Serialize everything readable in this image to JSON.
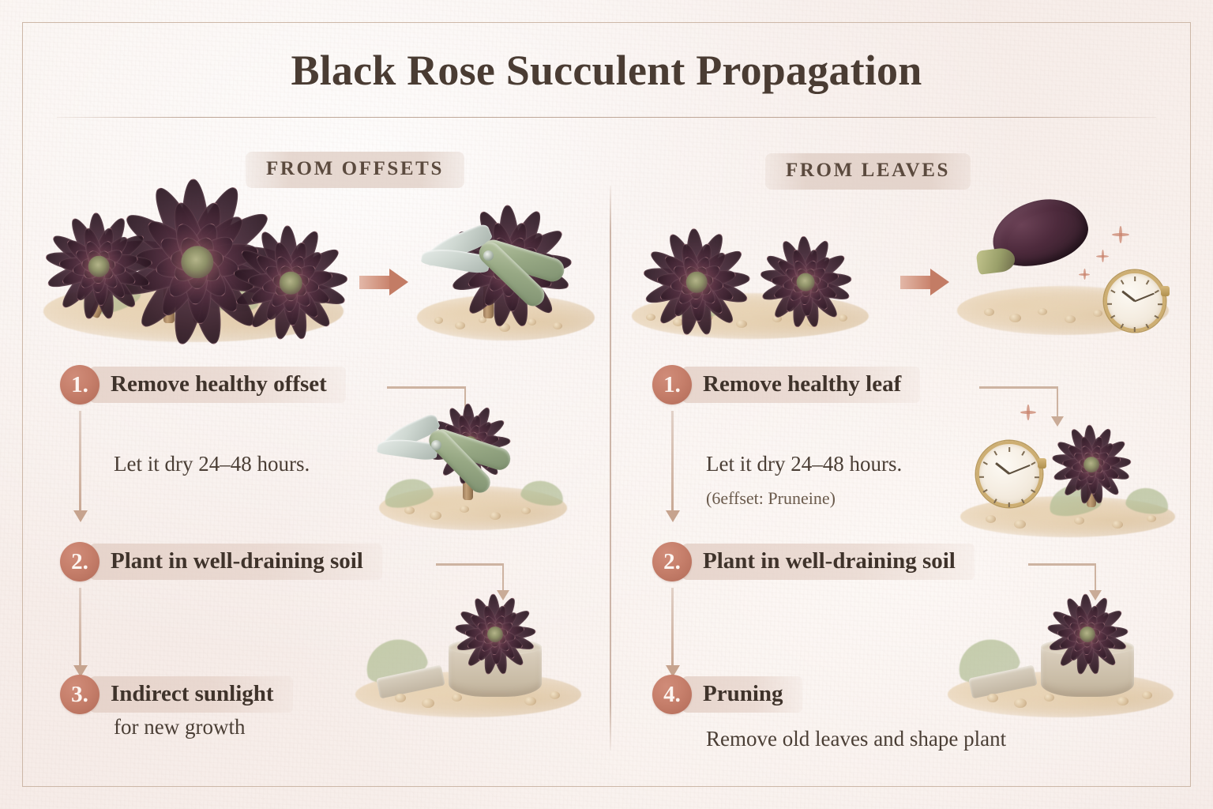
{
  "page": {
    "title": "Black Rose Succulent Propagation",
    "background_color": "#f7efeb",
    "border_color": "#cdb8a8",
    "accent_color": "#c67f6b",
    "text_color": "#3f332b",
    "plant_color": "#3d2430"
  },
  "columns": [
    {
      "id": "offsets",
      "header": "FROM OFFSETS",
      "steps": [
        {
          "number": "1.",
          "label": "Remove healthy offset"
        },
        {
          "number": "2.",
          "label": "Plant in well-draining soil"
        },
        {
          "number": "3.",
          "label": "Indirect sunlight"
        }
      ],
      "notes": [
        {
          "text": "Let it dry 24–48 hours."
        },
        {
          "text": "for new growth"
        }
      ]
    },
    {
      "id": "leaves",
      "header": "FROM LEAVES",
      "steps": [
        {
          "number": "1.",
          "label": "Remove healthy leaf"
        },
        {
          "number": "2.",
          "label": "Plant in well-draining soil"
        },
        {
          "number": "4.",
          "label": "Pruning"
        }
      ],
      "notes": [
        {
          "text": "Let it dry 24–48 hours."
        },
        {
          "text": "(6effset: Pruneine)"
        },
        {
          "text": "Remove old leaves and shape plant"
        }
      ]
    }
  ],
  "icons": {
    "arrow_right": "arrow-right-icon",
    "arrow_down": "arrow-down-icon",
    "shears": "pruning-shears-icon",
    "clock": "pocket-watch-icon",
    "sparkle": "sparkle-icon",
    "pot": "plant-pot-icon",
    "rosette": "succulent-rosette-icon",
    "leaf": "succulent-leaf-icon"
  }
}
